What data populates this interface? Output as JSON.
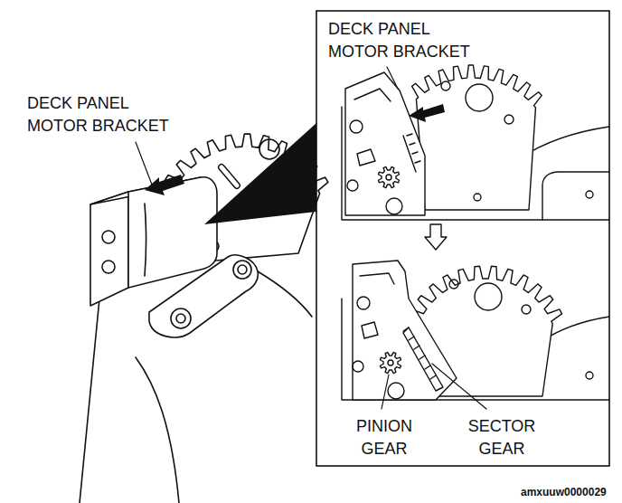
{
  "diagram": {
    "labels": [
      "DECK PANEL MOTOR BRACKET",
      "DECK PANEL MOTOR BRACKET",
      "PINION GEAR",
      "SECTOR GEAR",
      "amxuuw0000029"
    ]
  }
}
